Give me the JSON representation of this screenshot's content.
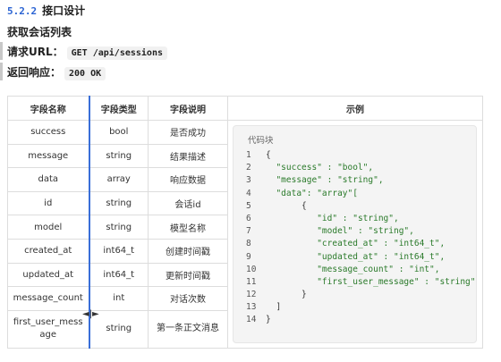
{
  "section": {
    "number": "5.2.2",
    "title": "接口设计"
  },
  "subheading": "获取会话列表",
  "request": {
    "label": "请求URL：",
    "value": "GET /api/sessions"
  },
  "response": {
    "label": "返回响应：",
    "value": "200 OK"
  },
  "table": {
    "headers": [
      "字段名称",
      "字段类型",
      "字段说明",
      "示例"
    ],
    "rows": [
      [
        "success",
        "bool",
        "是否成功"
      ],
      [
        "message",
        "string",
        "结果描述"
      ],
      [
        "data",
        "array",
        "响应数据"
      ],
      [
        "id",
        "string",
        "会话id"
      ],
      [
        "model",
        "string",
        "模型名称"
      ],
      [
        "created_at",
        "int64_t",
        "创建时间戳"
      ],
      [
        "updated_at",
        "int64_t",
        "更新时间戳"
      ],
      [
        "message_count",
        "int",
        "对话次数"
      ],
      [
        "first_user_message",
        "string",
        "第一条正文消息"
      ]
    ]
  },
  "code": {
    "label": "代码块",
    "lines": [
      {
        "no": "1",
        "text": "{"
      },
      {
        "no": "2",
        "text": "  \"success\" : \"bool\","
      },
      {
        "no": "3",
        "text": "  \"message\" : \"string\","
      },
      {
        "no": "4",
        "text": "  \"data\": \"array\"["
      },
      {
        "no": "5",
        "text": "       {"
      },
      {
        "no": "6",
        "text": "          \"id\" : \"string\","
      },
      {
        "no": "7",
        "text": "          \"model\" : \"string\","
      },
      {
        "no": "8",
        "text": "          \"created_at\" : \"int64_t\","
      },
      {
        "no": "9",
        "text": "          \"updated_at\" : \"int64_t\","
      },
      {
        "no": "10",
        "text": "          \"message_count\" : \"int\","
      },
      {
        "no": "11",
        "text": "          \"first_user_message\" : \"string\""
      },
      {
        "no": "12",
        "text": "       }"
      },
      {
        "no": "13",
        "text": "  ]"
      },
      {
        "no": "14",
        "text": "}"
      }
    ]
  }
}
